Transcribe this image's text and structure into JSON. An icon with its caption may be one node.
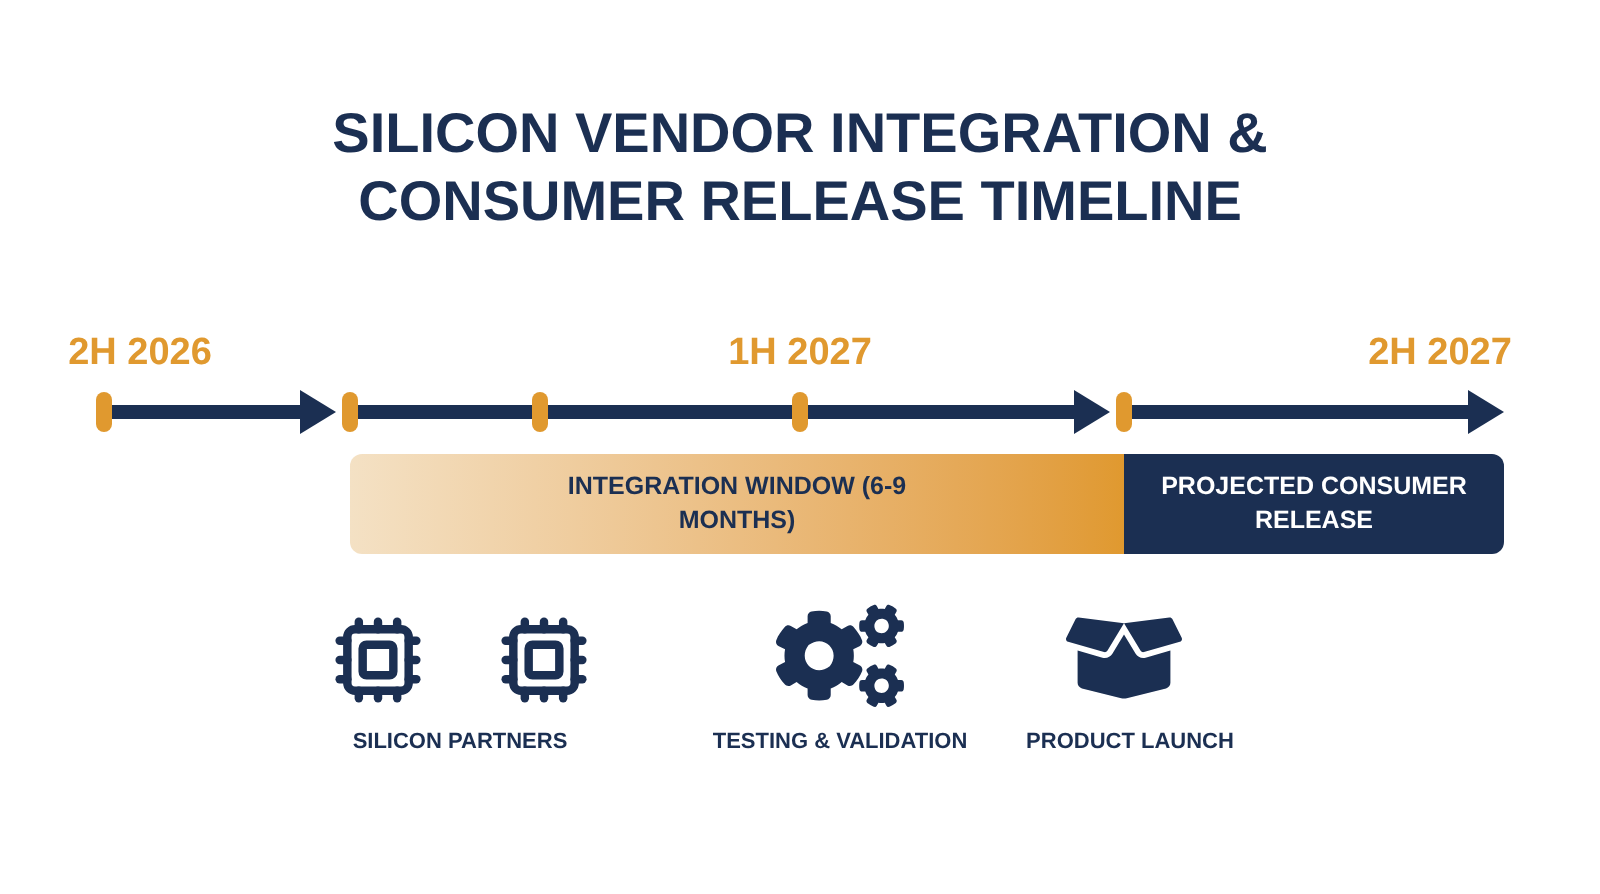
{
  "diagram": {
    "title": "SILICON VENDOR INTEGRATION & CONSUMER RELEASE TIMELINE",
    "nodes": [
      {
        "text": [
          "INTEGRATION WINDOW (6-9 MONTHS)"
        ]
      },
      {
        "text": [
          "PROJECTED CONSUMER RELEASE"
        ]
      }
    ],
    "labels": [
      "2H 2026",
      "1H 2027",
      "2H 2027",
      "SILICON PARTNERS",
      "TESTING & VALIDATION",
      "PRODUCT LAUNCH"
    ]
  }
}
